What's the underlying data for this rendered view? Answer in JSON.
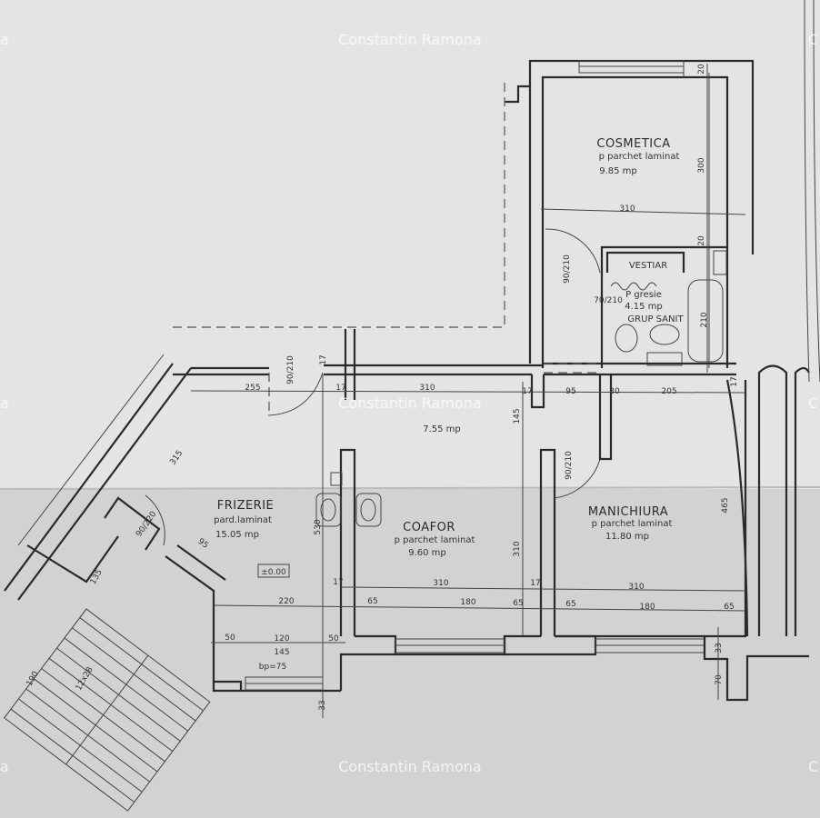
{
  "watermark": "Constantin Ramona",
  "watermark_edge_left": "a",
  "watermark_edge_right": "C",
  "rooms": {
    "cosmetica": {
      "name": "COSMETICA",
      "floor": "p parchet laminat",
      "area": "9.85 mp"
    },
    "vestiar": {
      "name": "VESTIAR",
      "floor": "P gresie",
      "area": "4.15 mp",
      "name2": "GRUP SANIT"
    },
    "hall": {
      "area": "7.55 mp"
    },
    "frizerie": {
      "name": "FRIZERIE",
      "floor": "pard.laminat",
      "area": "15.05 mp",
      "level": "±0.00"
    },
    "coafor": {
      "name": "COAFOR",
      "floor": "p parchet laminat",
      "area": "9.60 mp"
    },
    "manichiura": {
      "name": "MANICHIURA",
      "floor": "p parchet laminat",
      "area": "11.80 mp"
    }
  },
  "dimensions": {
    "cos_width": "310",
    "cos_height": "300",
    "cos_wall": "20",
    "cos_wall2": "20",
    "cos_corner": "20",
    "door_cos": "90/210",
    "door_vest": "70/210",
    "bath": "210",
    "d255": "255",
    "d17a": "17",
    "d310a": "310",
    "d17b": "17",
    "d95": "95",
    "d30": "30",
    "d205": "205",
    "d17c": "17",
    "d145v": "145",
    "door_man": "90/210",
    "d315": "315",
    "door_ent": "90/210",
    "d17top": "17",
    "d17d": "17",
    "d310b": "310",
    "d17e": "17",
    "d310c": "310",
    "d220": "220",
    "d65a": "65",
    "d180a": "180",
    "d65b": "65",
    "d65c": "65",
    "d180b": "180",
    "d65d": "65",
    "d50a": "50",
    "d120": "120",
    "d145": "145",
    "d50b": "50",
    "bp": "bp=75",
    "d530": "530",
    "d310v": "310",
    "d465": "465",
    "d33a": "33",
    "d33b": "33",
    "d70": "70",
    "d135": "135",
    "d95s": "95",
    "door_stair": "90/220",
    "stair_step": "12x28",
    "d190": "190"
  }
}
